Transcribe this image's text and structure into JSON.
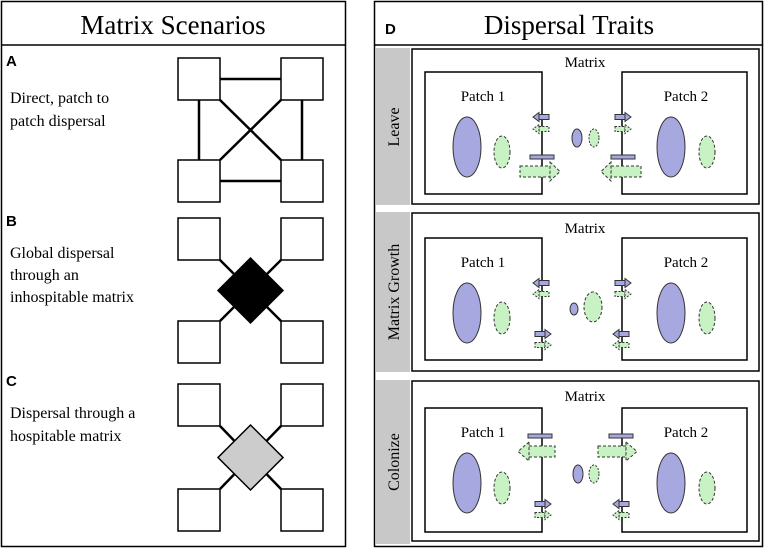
{
  "left_panel": {
    "title": "Matrix Scenarios",
    "scenarios": [
      {
        "letter": "A",
        "text_lines": [
          "Direct, patch to",
          "patch dispersal"
        ],
        "center_fill": "none"
      },
      {
        "letter": "B",
        "text_lines": [
          "Global dispersal",
          "through an",
          "inhospitable matrix"
        ],
        "center_fill": "#000000"
      },
      {
        "letter": "C",
        "text_lines": [
          "Dispersal through a",
          "hospitable matrix"
        ],
        "center_fill": "#cccccc"
      }
    ]
  },
  "right_panel": {
    "letter": "D",
    "title": "Dispersal Traits",
    "rows": [
      {
        "trait": "Leave",
        "matrix_label": "Matrix",
        "patch1_label": "Patch 1",
        "patch2_label": "Patch 2"
      },
      {
        "trait": "Matrix Growth",
        "matrix_label": "Matrix",
        "patch1_label": "Patch 1",
        "patch2_label": "Patch 2"
      },
      {
        "trait": "Colonize",
        "matrix_label": "Matrix",
        "patch1_label": "Patch 1",
        "patch2_label": "Patch 2"
      }
    ]
  },
  "colors": {
    "blue_species": "#a8a8e0",
    "green_species": "#c9f2c4",
    "trait_bar": "#c8c8c8",
    "hospitable_matrix": "#cccccc",
    "inhospitable_matrix": "#000000"
  }
}
